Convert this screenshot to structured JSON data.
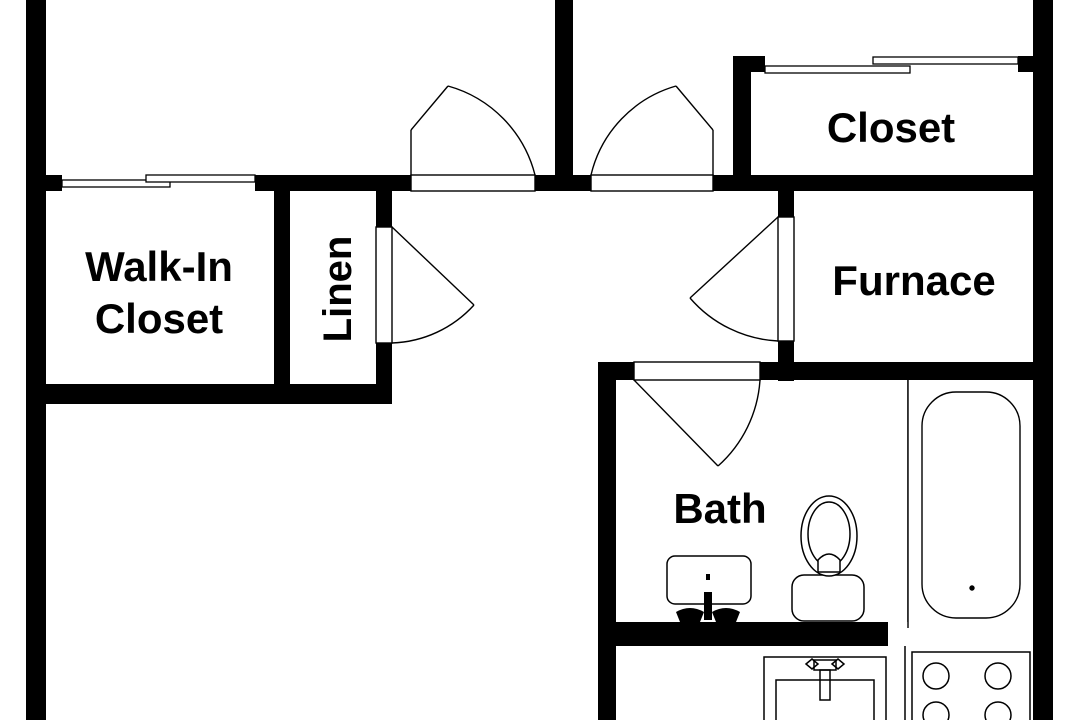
{
  "rooms": {
    "walk_in_closet": {
      "line1": "Walk-In",
      "line2": "Closet"
    },
    "linen": "Linen",
    "closet": "Closet",
    "furnace": "Furnace",
    "bath": "Bath"
  },
  "colors": {
    "wall": "#000000",
    "line": "#000000",
    "background": "#ffffff"
  }
}
